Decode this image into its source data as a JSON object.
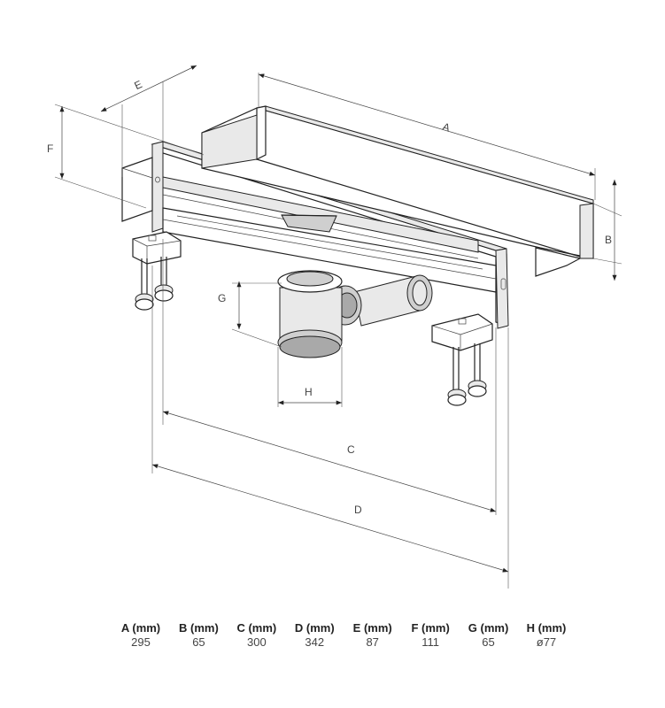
{
  "labels": {
    "A": "A",
    "B": "B",
    "C": "C",
    "D": "D",
    "E": "E",
    "F": "F",
    "G": "G",
    "H": "H"
  },
  "specs": [
    {
      "header": "A (mm)",
      "value": "295"
    },
    {
      "header": "B (mm)",
      "value": "65"
    },
    {
      "header": "C (mm)",
      "value": "300"
    },
    {
      "header": "D (mm)",
      "value": "342"
    },
    {
      "header": "E (mm)",
      "value": "87"
    },
    {
      "header": "F (mm)",
      "value": "111"
    },
    {
      "header": "G (mm)",
      "value": "65"
    },
    {
      "header": "H (mm)",
      "value": "ø77"
    }
  ]
}
